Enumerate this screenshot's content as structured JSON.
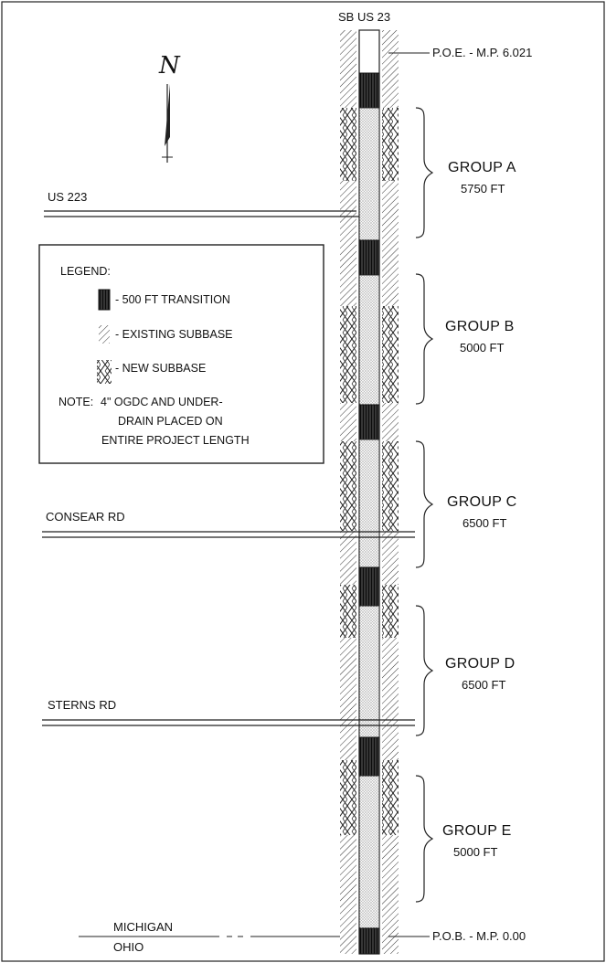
{
  "highway_label": "SB US 23",
  "north_arrow_label": "N",
  "start_marker": "P.O.E. - M.P. 6.021",
  "end_marker": "P.O.B. - M.P. 0.00",
  "state_line": {
    "north": "MICHIGAN",
    "south": "OHIO"
  },
  "roads": [
    "US 223",
    "CONSEAR RD",
    "STERNS RD"
  ],
  "groups": [
    {
      "name": "GROUP A",
      "length": "5750 FT"
    },
    {
      "name": "GROUP B",
      "length": "5000 FT"
    },
    {
      "name": "GROUP C",
      "length": "6500 FT"
    },
    {
      "name": "GROUP D",
      "length": "6500 FT"
    },
    {
      "name": "GROUP E",
      "length": "5000 FT"
    }
  ],
  "legend": {
    "title": "LEGEND:",
    "transition": "- 500 FT TRANSITION",
    "existing": "- EXISTING SUBBASE",
    "new": "- NEW SUBBASE",
    "note_label": "NOTE:",
    "note_lines": [
      "4\" OGDC AND UNDER-",
      "DRAIN PLACED ON",
      "ENTIRE PROJECT LENGTH"
    ]
  }
}
